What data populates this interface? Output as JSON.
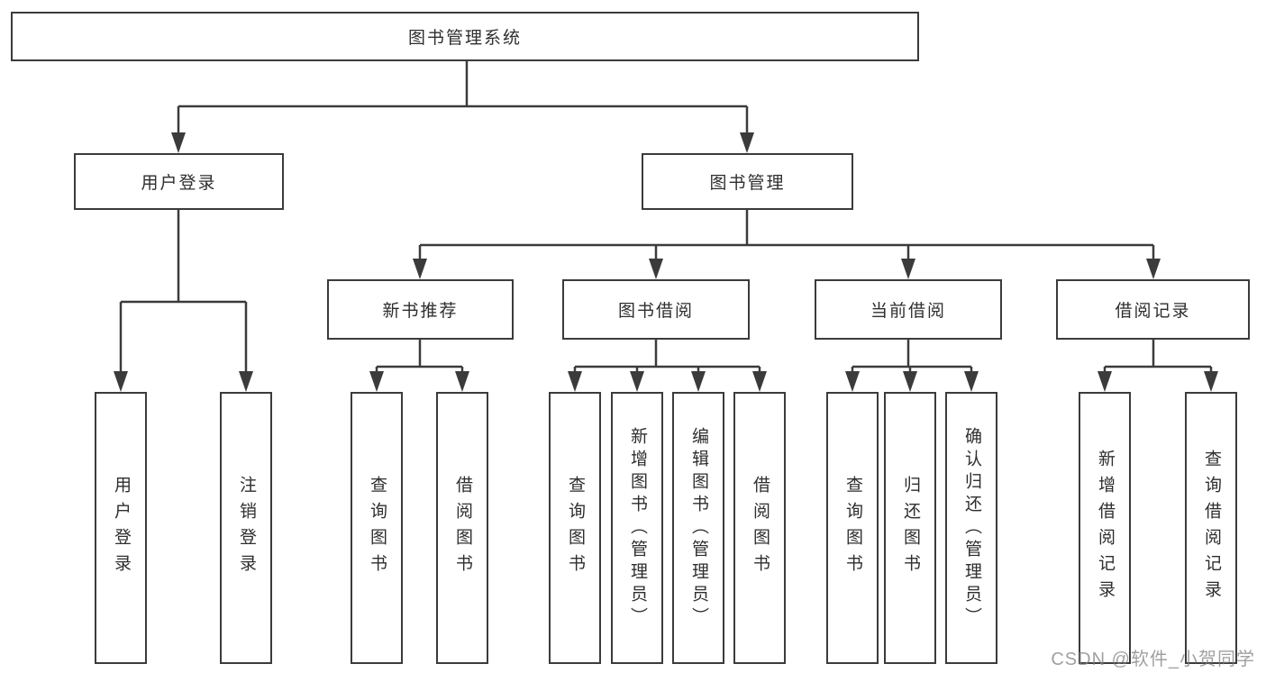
{
  "diagram": {
    "title": "图书管理系统",
    "root": {
      "label": "图书管理系统"
    },
    "branches": [
      {
        "label": "用户登录",
        "children": [
          {
            "label": "用户登录"
          },
          {
            "label": "注销登录"
          }
        ]
      },
      {
        "label": "图书管理",
        "children": [
          {
            "label": "新书推荐",
            "children": [
              {
                "label": "查询图书"
              },
              {
                "label": "借阅图书"
              }
            ]
          },
          {
            "label": "图书借阅",
            "children": [
              {
                "label": "查询图书"
              },
              {
                "label": "新增图书（管理员）"
              },
              {
                "label": "编辑图书（管理员）"
              },
              {
                "label": "借阅图书"
              }
            ]
          },
          {
            "label": "当前借阅",
            "children": [
              {
                "label": "查询图书"
              },
              {
                "label": "归还图书"
              },
              {
                "label": "确认归还（管理员）"
              }
            ]
          },
          {
            "label": "借阅记录",
            "children": [
              {
                "label": "新增借阅记录"
              },
              {
                "label": "查询借阅记录"
              }
            ]
          }
        ]
      }
    ],
    "watermark": "CSDN @软件_小贺同学",
    "colors": {
      "line": "#3b3b3b",
      "text": "#2e2e2e",
      "box_background": "#ffffff",
      "watermark": "#8a8a8c"
    }
  }
}
